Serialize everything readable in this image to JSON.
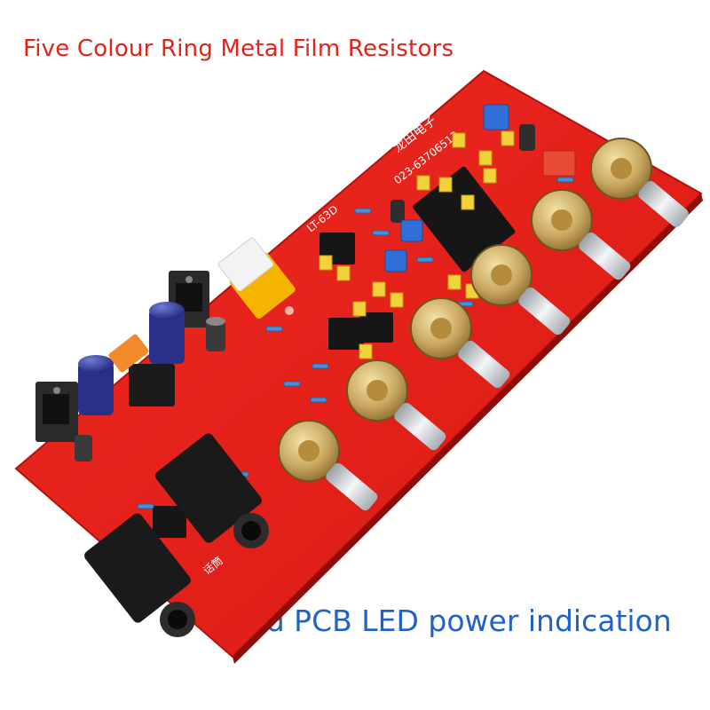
{
  "captions": {
    "top": "Five Colour Ring Metal Film Resistors",
    "bottom": "Red PCB LED power indication"
  },
  "board": {
    "silkscreen_brand": "龙田电子",
    "silkscreen_phone": "023-63706513",
    "silkscreen_model": "LT-63D",
    "silkscreen_mic": "话筒",
    "pcb_color": "#e3201b"
  }
}
